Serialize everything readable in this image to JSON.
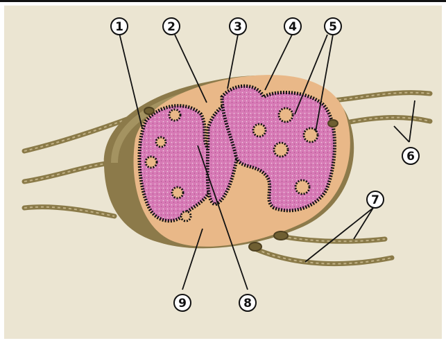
{
  "callouts": [
    {
      "id": "c1",
      "label": "1"
    },
    {
      "id": "c2",
      "label": "2"
    },
    {
      "id": "c3",
      "label": "3"
    },
    {
      "id": "c4",
      "label": "4"
    },
    {
      "id": "c5",
      "label": "5"
    },
    {
      "id": "c6",
      "label": "6"
    },
    {
      "id": "c7",
      "label": "7"
    },
    {
      "id": "c8",
      "label": "8"
    },
    {
      "id": "c9",
      "label": "9"
    }
  ],
  "colors": {
    "background": "#ebe5d2",
    "capsule": "#8c7a4a",
    "cortex": "#e9b888",
    "medulla": "#d77bb6",
    "dots": "#111111",
    "vessels": "#9b8b5a"
  }
}
